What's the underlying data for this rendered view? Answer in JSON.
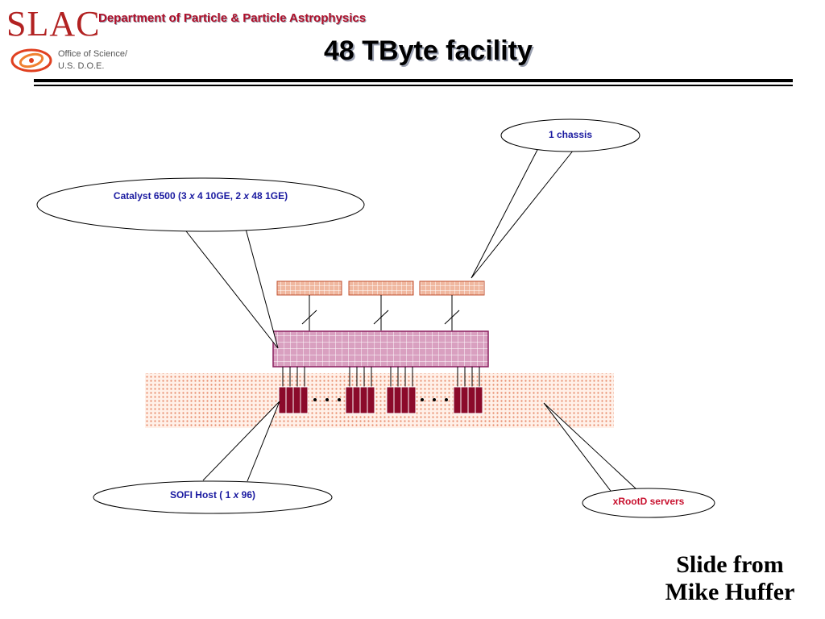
{
  "header": {
    "logo_text": "SLAC",
    "department": "Department of Particle & Particle Astrophysics",
    "doe_text": "Office of Science/\nU.S. D.O.E.",
    "title": "48 TByte facility"
  },
  "callouts": {
    "chassis": "1 chassis",
    "catalyst_a": "Catalyst 6500 (3 ",
    "catalyst_x1": "x",
    "catalyst_b": " 4 10GE, 2 ",
    "catalyst_x2": "x",
    "catalyst_c": " 48 1GE)",
    "sofi_a": "SOFI Host (  1 ",
    "sofi_x": "x",
    "sofi_b": " 96)",
    "xrootd": "xRootD servers"
  },
  "credit": {
    "line1": "Slide from",
    "line2": "Mike Huffer"
  },
  "colors": {
    "callout_text": "#1a1aa0",
    "xrootd_text": "#c8102e",
    "switch_fill": "#d9a0c0",
    "chassis_fill": "#f0b8a0",
    "server_field": "#f4c0a8",
    "sofi_fill": "#8b0a2a"
  }
}
